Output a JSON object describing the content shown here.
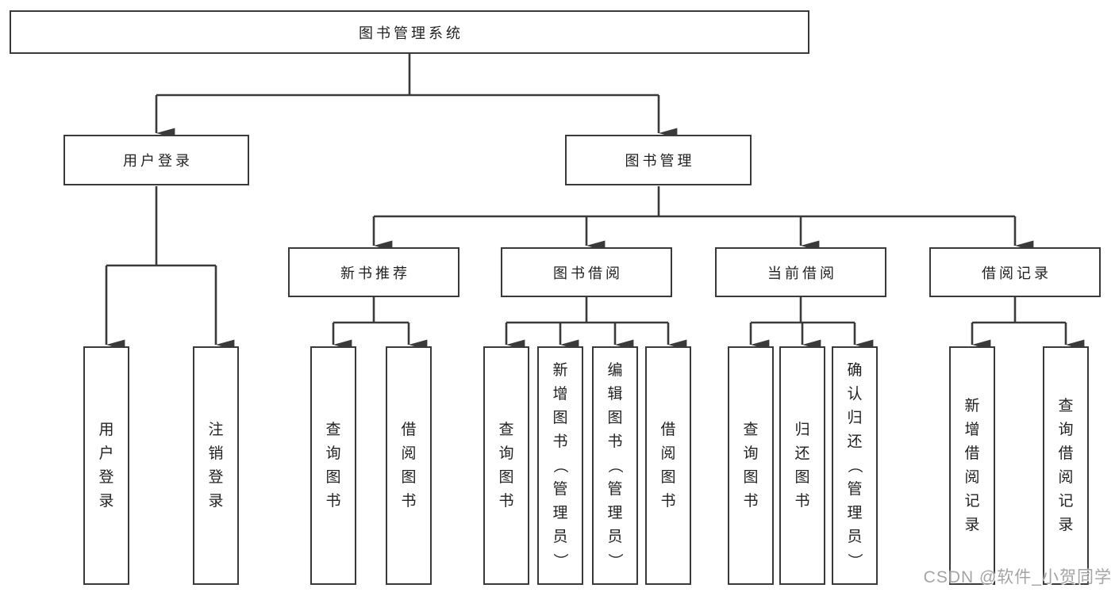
{
  "nodes": {
    "root": "图书管理系统",
    "level2": [
      "用户登录",
      "图书管理"
    ],
    "level3": [
      "新书推荐",
      "图书借阅",
      "当前借阅",
      "借阅记录"
    ],
    "leaves": [
      "用户登录",
      "注销登录",
      "查询图书",
      "借阅图书",
      "查询图书",
      "新增图书（管理员）",
      "编辑图书（管理员）",
      "借阅图书",
      "查询图书",
      "归还图书",
      "确认归还（管理员）",
      "新增借阅记录",
      "查询借阅记录"
    ]
  },
  "watermark": "CSDN @软件_小贺同学",
  "colors": {
    "line": "#3a3a3a",
    "box_border": "#3a3a3a",
    "box_fill": "#ffffff",
    "text": "#222222",
    "watermark": "#949494"
  }
}
